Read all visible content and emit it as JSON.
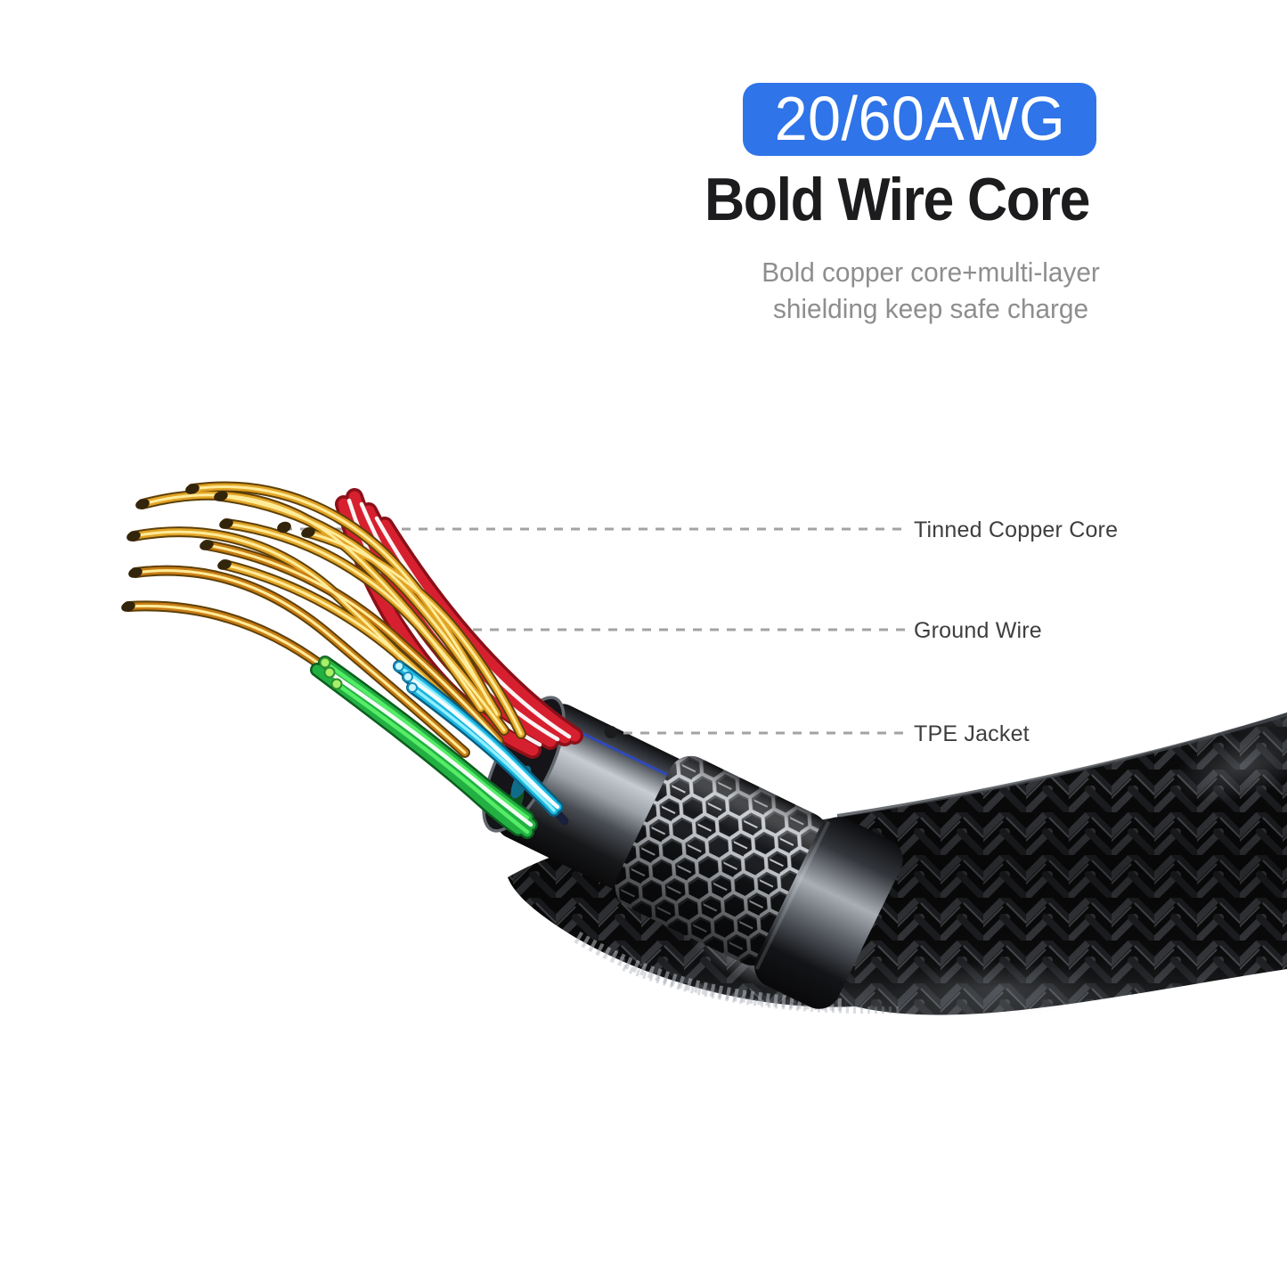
{
  "page": {
    "background": "#FFFFFF"
  },
  "header": {
    "badge": {
      "label": "20/60AWG",
      "bg_color": "#2F74E8",
      "text_color": "#FFFFFF"
    },
    "title": "Bold Wire Core",
    "title_color": "#1C1C1E",
    "subtitle_line1": "Bold copper core+multi-layer",
    "subtitle_line2": "shielding keep safe charge",
    "subtitle_color": "#8E8E8E"
  },
  "callouts": {
    "label_color": "#3E3E40",
    "leader_line_color": "#A3A3A3",
    "items": [
      {
        "id": "tinned-copper-core",
        "label": "Tinned Copper Core"
      },
      {
        "id": "ground-wire",
        "label": "Ground Wire"
      },
      {
        "id": "tpe-jacket",
        "label": "TPE Jacket"
      }
    ]
  },
  "illustration": {
    "name": "usb-cable-cutaway",
    "layers": {
      "tinned_copper_core_color": "#E2A426",
      "ground_wire_color": "#D7202F",
      "data_wire_green_color": "#23B043",
      "data_wire_blue_color": "#1CB5E0",
      "tpe_jacket_color": "#9AA0A7",
      "tpe_stripe_color": "#2D49C4",
      "shield_mesh_color": "#C9CED3",
      "braided_jacket_color": "#0A0A0B"
    }
  }
}
